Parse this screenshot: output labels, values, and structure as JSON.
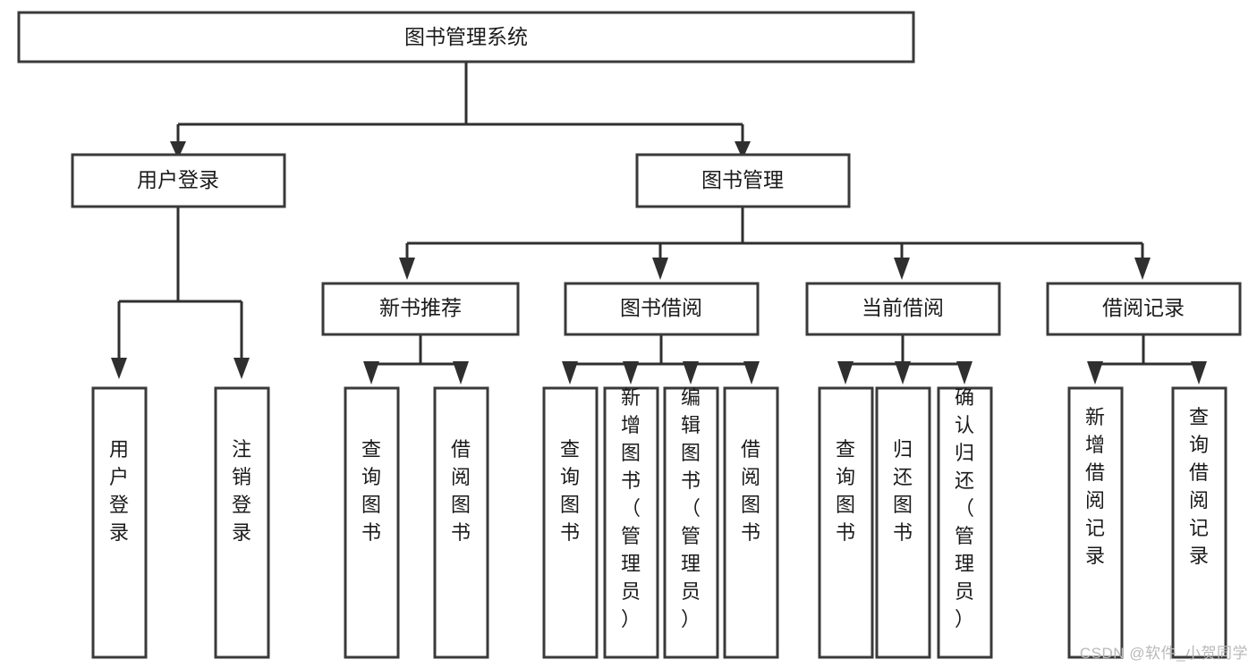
{
  "diagram": {
    "type": "tree-hierarchy",
    "root": {
      "id": "root",
      "label": "图书管理系统"
    },
    "level1": [
      {
        "id": "user-login",
        "label": "用户登录"
      },
      {
        "id": "book-manage",
        "label": "图书管理"
      }
    ],
    "level2": [
      {
        "id": "new-book-rec",
        "label": "新书推荐",
        "parent": "book-manage"
      },
      {
        "id": "book-borrow",
        "label": "图书借阅",
        "parent": "book-manage"
      },
      {
        "id": "current-borrow",
        "label": "当前借阅",
        "parent": "book-manage"
      },
      {
        "id": "borrow-record",
        "label": "借阅记录",
        "parent": "book-manage"
      }
    ],
    "leaves": {
      "user-login": [
        {
          "id": "leaf-user-login",
          "label": "用户登录"
        },
        {
          "id": "leaf-logout",
          "label": "注销登录"
        }
      ],
      "new-book-rec": [
        {
          "id": "leaf-query-book-1",
          "label": "查询图书"
        },
        {
          "id": "leaf-borrow-book-1",
          "label": "借阅图书"
        }
      ],
      "book-borrow": [
        {
          "id": "leaf-query-book-2",
          "label": "查询图书"
        },
        {
          "id": "leaf-add-book",
          "label": "新增图书（管理员）"
        },
        {
          "id": "leaf-edit-book",
          "label": "编辑图书（管理员）"
        },
        {
          "id": "leaf-borrow-book-2",
          "label": "借阅图书"
        }
      ],
      "current-borrow": [
        {
          "id": "leaf-query-book-3",
          "label": "查询图书"
        },
        {
          "id": "leaf-return-book",
          "label": "归还图书"
        },
        {
          "id": "leaf-confirm-return",
          "label": "确认归还（管理员）"
        }
      ],
      "borrow-record": [
        {
          "id": "leaf-add-record",
          "label": "新增借阅记录"
        },
        {
          "id": "leaf-query-record",
          "label": "查询借阅记录"
        }
      ]
    },
    "colors": {
      "box_stroke": "#3a3a3a",
      "box_fill": "#ffffff",
      "connector": "#2f2f2f",
      "text": "#1b1b1b",
      "background": "#ffffff",
      "watermark": "#b9b9b9"
    }
  },
  "watermark": {
    "text": "CSDN @软件_小贺同学"
  }
}
